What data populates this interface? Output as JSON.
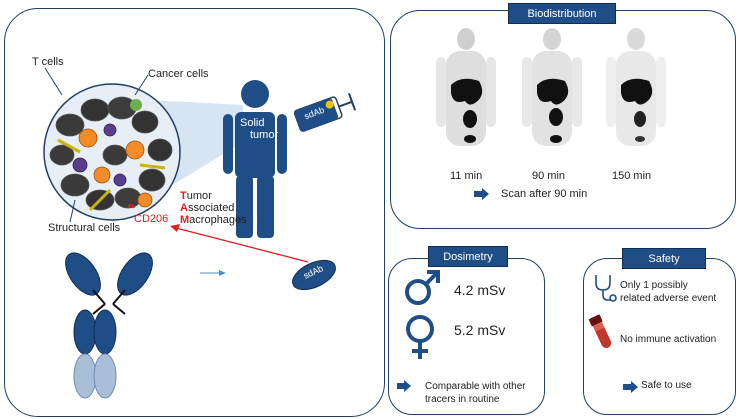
{
  "left": {
    "t_cells": "T cells",
    "cancer_cells": "Cancer cells",
    "structural_cells": "Structural cells",
    "solid_tumor_line1": "Solid",
    "solid_tumor_line2": "tumor",
    "cd206": "CD206",
    "tam": [
      {
        "initial": "T",
        "rest": "umor"
      },
      {
        "initial": "A",
        "rest": "ssociated"
      },
      {
        "initial": "M",
        "rest": "acrophages"
      }
    ],
    "syringe_label": "sdAb",
    "sdab_label": "sdAb"
  },
  "biodistribution": {
    "title": "Biodistribution",
    "times": [
      "11 min",
      "90 min",
      "150 min"
    ],
    "note": "Scan after 90 min"
  },
  "dosimetry": {
    "title": "Dosimetry",
    "male_dose": "4.2 mSv",
    "female_dose": "5.2 mSv",
    "note_line1": "Comparable with other",
    "note_line2": "tracers in routine"
  },
  "safety": {
    "title": "Safety",
    "item1_line1": "Only 1 possibly",
    "item1_line2": "related adverse event",
    "item2": "No immune activation",
    "conclusion": "Safe to use"
  },
  "colors": {
    "navy": "#1f4e87",
    "dark_navy": "#1f3f66",
    "red": "#e02020",
    "antibody_light": "#a9bfd8"
  }
}
